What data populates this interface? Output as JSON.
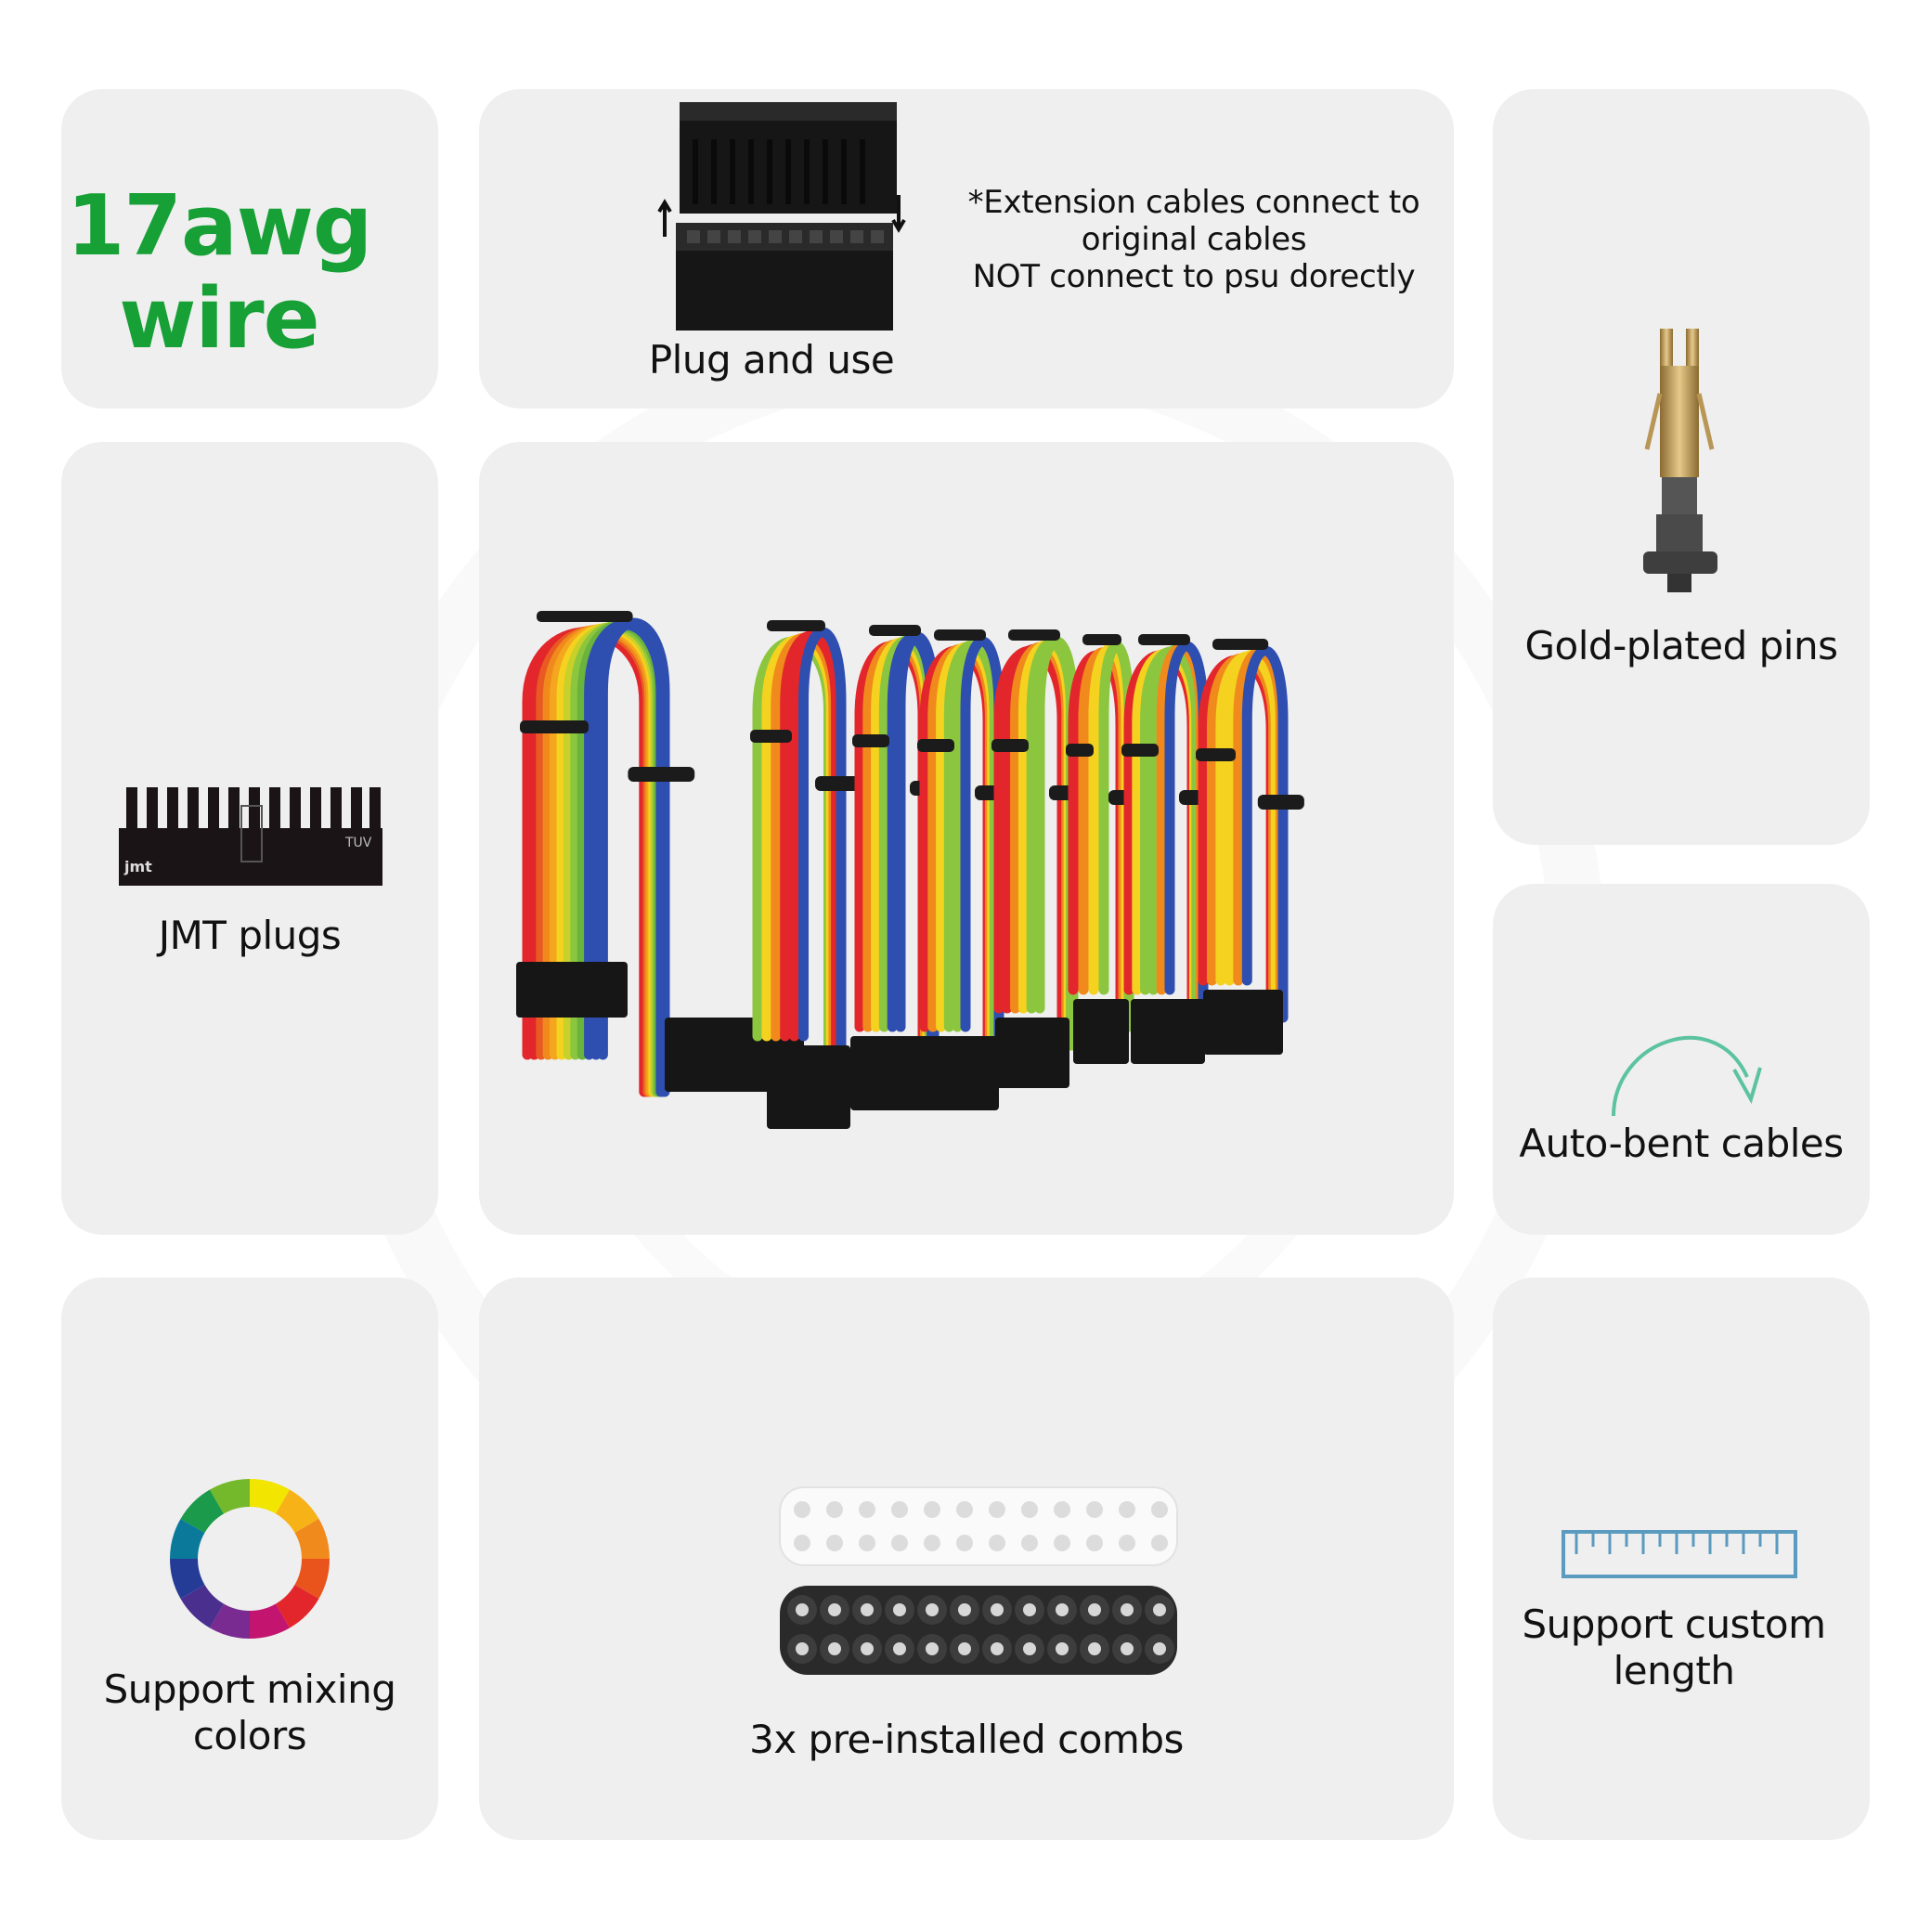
{
  "cards": {
    "wire": {
      "line1": "17awg",
      "line2": "wire"
    },
    "plug": {
      "label": "Plug and use",
      "note_line1": "*Extension cables connect to",
      "note_line2": "original cables",
      "note_line3": "NOT connect to psu dorectly"
    },
    "gold": {
      "label": "Gold-plated pins"
    },
    "jmt": {
      "label": "JMT plugs",
      "plug_text": "jmt",
      "cert_text": "TUV"
    },
    "bent": {
      "label": "Auto-bent cables"
    },
    "mix": {
      "line1": "Support mixing",
      "line2": "colors"
    },
    "combs": {
      "label": "3x pre-installed combs"
    },
    "custom": {
      "line1": "Support custom",
      "line2": "length"
    }
  },
  "colors": {
    "accent_green": "#16a035",
    "card_bg": "#efefef",
    "wire_red": "#e3262b",
    "wire_orange": "#f08a1c",
    "wire_yellow": "#f4d21f",
    "wire_green": "#8cc63e",
    "wire_blue": "#2f4fb0",
    "ruler_blue": "#5b9bbf",
    "arrow_teal": "#5cc3a0",
    "gold": "#c7a35a"
  }
}
